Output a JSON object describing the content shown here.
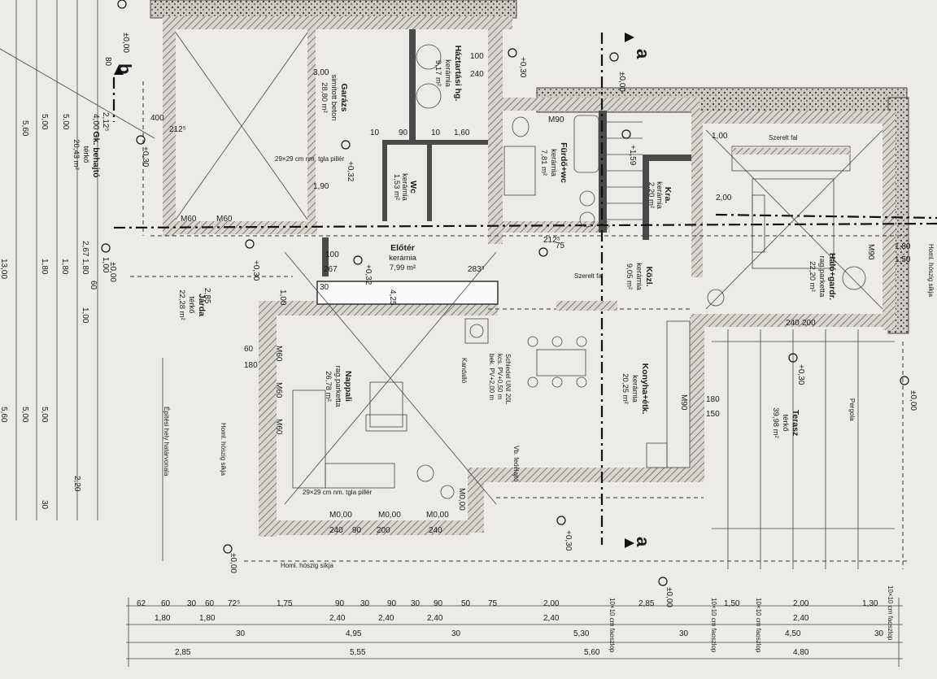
{
  "rooms": {
    "garage": {
      "name": "Garázs",
      "floor": "simított beton",
      "area": "28,80 m²"
    },
    "utility": {
      "name": "Háztartási hg.",
      "floor": "kerámia",
      "area": "9,17 m²"
    },
    "bath": {
      "name": "Fürdő+wc",
      "floor": "kerámia",
      "area": "7,81 m²"
    },
    "wc": {
      "name": "Wc",
      "floor": "kerámia",
      "area": "1,53 m²"
    },
    "hall": {
      "name": "Előtér",
      "floor": "kerámia",
      "area": "7,99 m²"
    },
    "corridor": {
      "name": "Közl.",
      "floor": "kerámia",
      "area": "9,05 m²"
    },
    "pantry": {
      "name": "Kra.",
      "floor": "kerámia",
      "area": "2,20 m²"
    },
    "bedroom": {
      "name": "Háló+gardr.",
      "floor": "rag.parketta",
      "area": "22,20 m²"
    },
    "living": {
      "name": "Nappali",
      "floor": "rag.parketta",
      "area": "26,78 m²"
    },
    "kitchen": {
      "name": "Konyha+étk.",
      "floor": "kerámia",
      "area": "20,25 m²"
    },
    "terrace": {
      "name": "Terasz",
      "floor": "térkő",
      "area": "39,98 m²"
    },
    "sidewalk": {
      "name": "Járda",
      "floor": "térkő",
      "area": "22,28 m²"
    },
    "driveway": {
      "name": "Gk. behajtó",
      "floor": "térkő",
      "area": "20,43 m²"
    }
  },
  "notes": {
    "partition_wall": "Szerelt fal",
    "pillar": "29×29 cm nm. tgla pillér",
    "fireplace": "Kandalló",
    "chimney_1": "Schiedel UNI 20L",
    "chimney_2": "kcs. PV+0,50 m",
    "chimney_3": "bek. PV+2,00 m",
    "pergola": "Pergola",
    "eaves": "Homl. hószig síkja",
    "building_line": "Építési hely határvonala",
    "attic_door": "Vb. fedélajtó",
    "post": "10×10 cm faoszlop"
  },
  "levels": {
    "zero": "±0,00",
    "garage": "+0,32",
    "hall": "+0,32",
    "path": "+0,30",
    "terrace": "+0,30",
    "stair": "+1,59",
    "garage_left": "+0,30"
  },
  "sections": {
    "a": "a",
    "b": "b"
  },
  "windows": [
    "M60",
    "M60",
    "M60",
    "M60",
    "M60",
    "M0,00",
    "M0,00",
    "M0,00",
    "M0,00",
    "M90",
    "M90",
    "M90"
  ],
  "bottom_dims": {
    "row1": [
      "62",
      "60",
      "30",
      "60",
      "72⁵",
      "1,75",
      "90",
      "30",
      "90",
      "30",
      "90",
      "50",
      "75",
      "2,00",
      "2,85",
      "1,50",
      "2,00",
      "1,30"
    ],
    "row2": [
      "1,80",
      "1,80",
      "2,40",
      "2,40",
      "2,40",
      "2,40",
      "2,40"
    ],
    "row3": [
      "30",
      "4,95",
      "30",
      "5,30",
      "30",
      "4,50",
      "30"
    ],
    "row4": [
      "2,85",
      "5,55",
      "5,60",
      "4,80"
    ]
  },
  "left_dims": [
    "4,00",
    "2,12⁵",
    "5,60",
    "5,00",
    "5,00",
    "1,80",
    "1,80",
    "1,80",
    "13,00",
    "1,00",
    "2,67",
    "1,00",
    "2,85",
    "1,00",
    "4,25",
    "5,00",
    "5,00",
    "5,60",
    "30",
    "60",
    "80",
    "2,20"
  ],
  "inner_dims": [
    "400",
    "212⁵",
    "100",
    "240",
    "3,00",
    "1,90",
    "10",
    "90",
    "10",
    "1,60",
    "100",
    "267",
    "283⁵",
    "30",
    "180",
    "60",
    "75",
    "212⁵",
    "2,00",
    "240",
    "200",
    "180",
    "150",
    "1,00",
    "1,80",
    "1,50",
    "240",
    "200",
    "240",
    "90"
  ]
}
